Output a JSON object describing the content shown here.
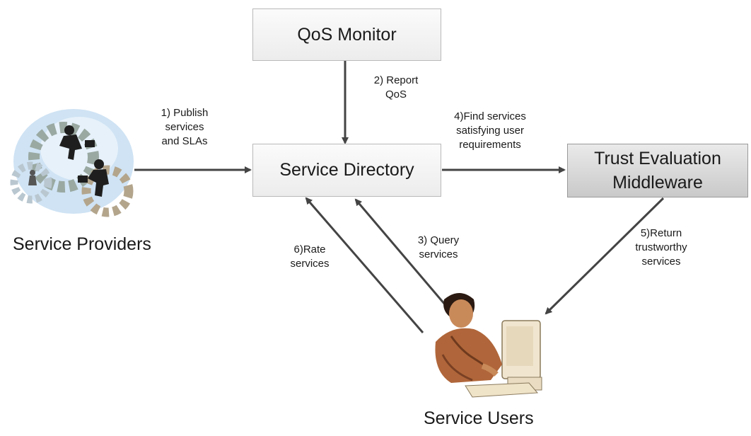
{
  "nodes": {
    "qos_monitor": "QoS Monitor",
    "service_directory": "Service Directory",
    "trust_middleware_line1": "Trust Evaluation",
    "trust_middleware_line2": "Middleware"
  },
  "actors": {
    "providers": "Service Providers",
    "users": "Service Users"
  },
  "edges": {
    "publish": [
      "1) Publish",
      "services",
      "and SLAs"
    ],
    "report": [
      "2) Report",
      "QoS"
    ],
    "query": [
      "3) Query",
      "services"
    ],
    "find": [
      "4)Find services",
      "satisfying user",
      "requirements"
    ],
    "return": [
      "5)Return",
      "trustworthy",
      "services"
    ],
    "rate": [
      "6)Rate",
      "services"
    ]
  }
}
